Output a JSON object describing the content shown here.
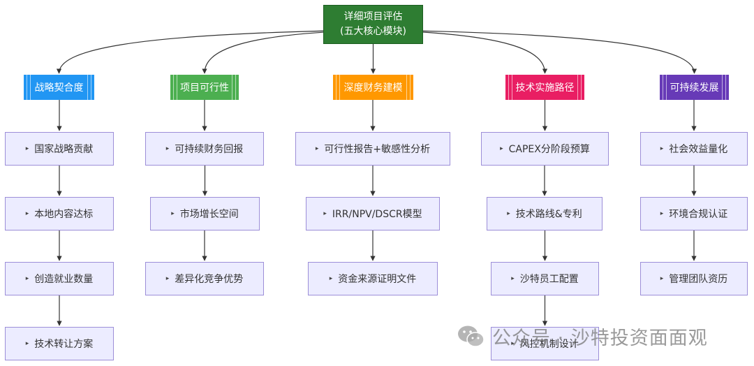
{
  "root": {
    "line1": "详细项目评估",
    "line2": "(五大核心模块)"
  },
  "columns": [
    {
      "title": "战略契合度",
      "color": "#2196f3",
      "items": [
        "国家战略贡献",
        "本地内容达标",
        "创造就业数量",
        "技术转让方案"
      ]
    },
    {
      "title": "项目可行性",
      "color": "#4caf50",
      "items": [
        "可持续财务回报",
        "市场增长空间",
        "差异化竞争优势"
      ]
    },
    {
      "title": "深度财务建模",
      "color": "#ff9800",
      "items": [
        "可行性报告+敏感性分析",
        "IRR/NPV/DSCR模型",
        "资金来源证明文件"
      ]
    },
    {
      "title": "技术实施路径",
      "color": "#e91e63",
      "items": [
        "CAPEX分阶段预算",
        "技术路线&专利",
        "沙特员工配置",
        "风控机制设计"
      ]
    },
    {
      "title": "可持续发展",
      "color": "#673ab7",
      "items": [
        "社会效益量化",
        "环境合规认证",
        "管理团队资历"
      ]
    }
  ],
  "leaf_marker": "▸",
  "watermark": {
    "text": "公众号 · 沙特投资面面观",
    "icon": "wechat-icon"
  }
}
